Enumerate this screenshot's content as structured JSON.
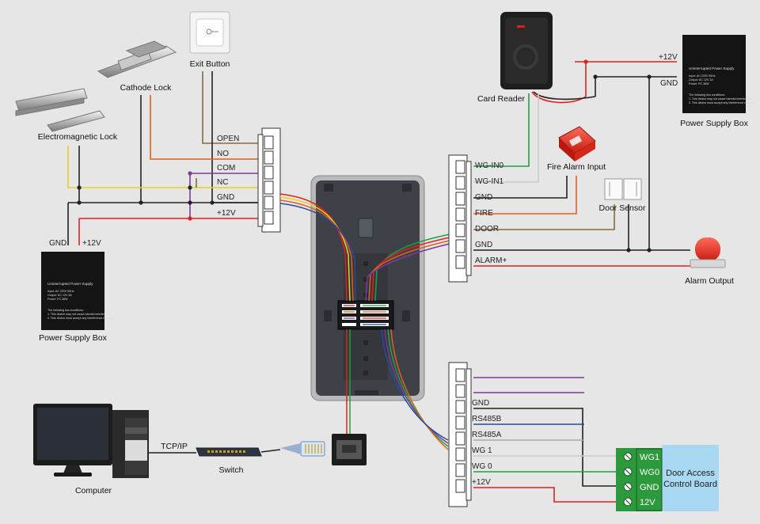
{
  "devices": {
    "exit_button": "Exit Button",
    "cathode_lock": "Cathode Lock",
    "em_lock": "Electromagnetic Lock",
    "psu_left": "Power Supply Box",
    "psu_right": "Power Supply Box",
    "card_reader": "Card Reader",
    "fire_alarm": "Fire Alarm Input",
    "door_sensor": "Door Sensor",
    "alarm_output": "Alarm Output",
    "computer": "Computer",
    "switch": "Switch",
    "board": {
      "line1": "Door Access",
      "line2": "Control Board"
    }
  },
  "psu_panel": {
    "title": "Uninterrupted Power Supply",
    "line1": "Input:  AC 220V 50Hz",
    "line2": "Output:  DC 12V 3A",
    "line3": "Power:  PC 36W",
    "notice": "The following two conditions:",
    "note1": "1. This device may not cause harmful interference.",
    "note2": "2. This device must accept any interference received."
  },
  "left_terminal": [
    "OPEN",
    "NO",
    "COM",
    "NC",
    "GND",
    "+12V"
  ],
  "left_psu_labels": {
    "gnd": "GND",
    "v12": "+12V"
  },
  "right_top_terminal": [
    "WG-IN0",
    "WG-IN1",
    "GND",
    "FIRE",
    "DOOR",
    "GND",
    "ALARM+"
  ],
  "right_psu_labels": {
    "v12": "+12V",
    "gnd": "GND"
  },
  "bottom_terminal": [
    "GND",
    "RS485B",
    "RS485A",
    "WG 1",
    "WG 0",
    "+12V"
  ],
  "board_pins": [
    "WG1",
    "WG0",
    "GND",
    "12V"
  ],
  "network": {
    "protocol": "TCP/IP"
  },
  "colors": {
    "background": "#e6e6e6",
    "wire_red": "#e02020",
    "wire_yellow": "#e8d020",
    "wire_purple": "#7a3aa0",
    "wire_orange": "#e06020",
    "wire_brown": "#8a6a3a",
    "wire_green": "#20a040",
    "wire_blue": "#2a4aa0",
    "wire_grey": "#a8a8a8",
    "board_green": "#2c9a3c",
    "board_blue": "#a9d8f2"
  }
}
